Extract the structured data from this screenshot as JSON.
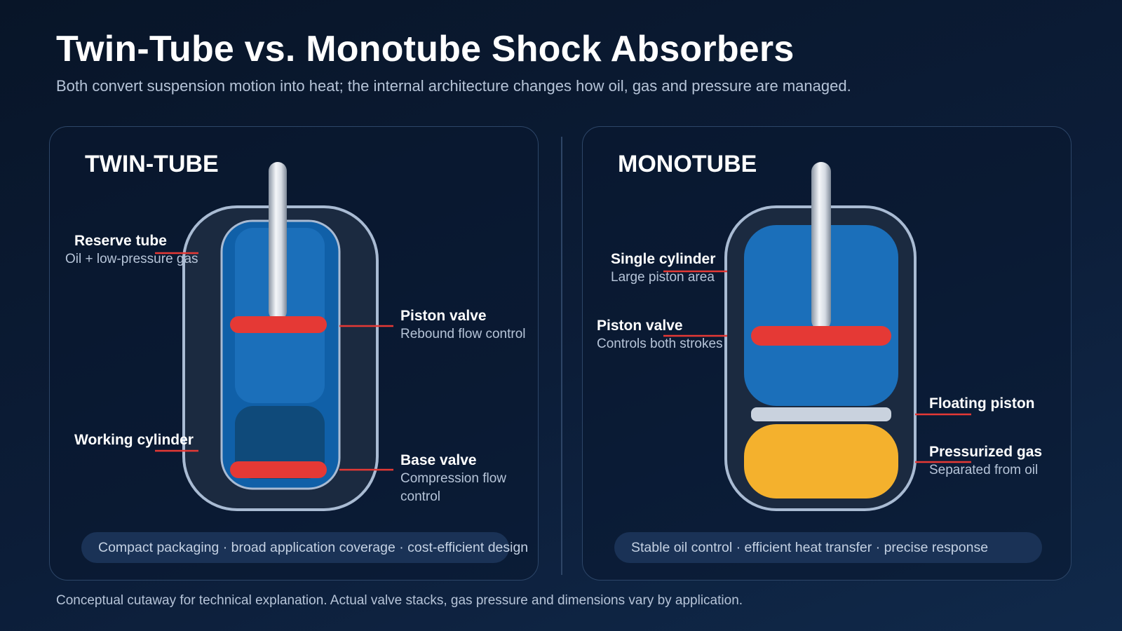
{
  "header": {
    "title": "Twin-Tube vs. Monotube Shock Absorbers",
    "subtitle": "Both convert suspension motion into heat; the internal architecture changes how oil, gas and pressure are managed."
  },
  "twin_tube": {
    "title": "TWIN-TUBE",
    "labels": {
      "reserve_tube": {
        "name": "Reserve tube",
        "desc": "Oil + low-pressure gas"
      },
      "working_cylinder": {
        "name": "Working cylinder"
      },
      "piston_valve": {
        "name": "Piston valve",
        "desc": "Rebound flow control"
      },
      "base_valve": {
        "name": "Base valve",
        "desc": "Compression flow control"
      }
    },
    "summary": "Compact packaging · broad application coverage · cost-efficient design"
  },
  "monotube": {
    "title": "MONOTUBE",
    "labels": {
      "single_cylinder": {
        "name": "Single cylinder",
        "desc": "Large piston area"
      },
      "piston_valve": {
        "name": "Piston valve",
        "desc": "Controls both strokes"
      },
      "floating_piston": {
        "name": "Floating piston"
      },
      "pressurized_gas": {
        "name": "Pressurized gas",
        "desc": "Separated from oil"
      }
    },
    "summary": "Stable oil control · efficient heat transfer · precise response"
  },
  "footnote": "Conceptual cutaway for technical explanation. Actual valve stacks, gas pressure and dimensions vary by application.",
  "colors": {
    "background": "#0a1830",
    "oil": "#1b6fba",
    "valve": "#e53935",
    "gas": "#f4b12d",
    "floating_piston": "#c9d2de",
    "tube_outline": "#a9bbd3",
    "leader_line": "#e53935"
  }
}
